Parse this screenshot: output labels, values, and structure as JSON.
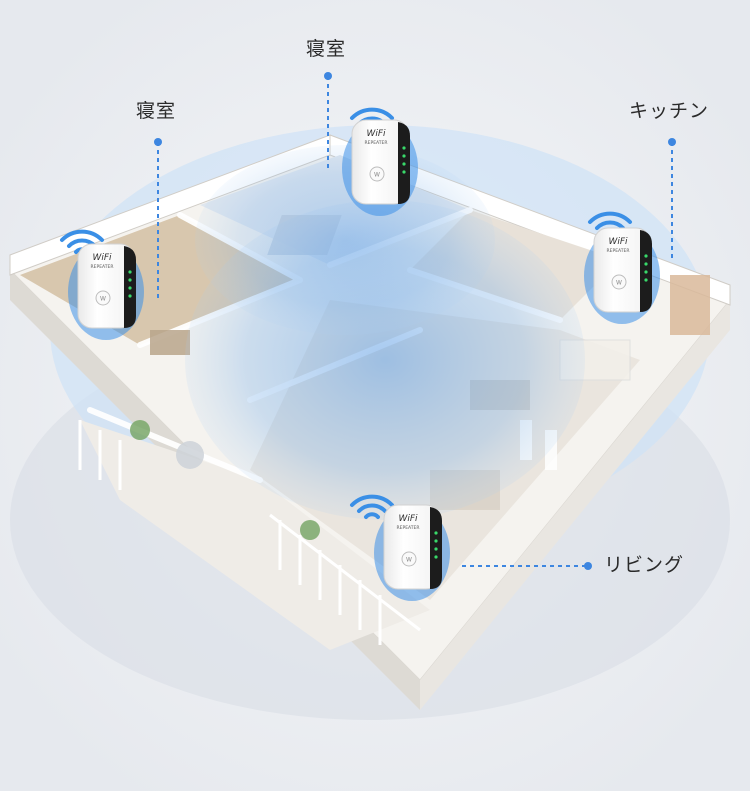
{
  "labels": {
    "bedroom_top": "寝室",
    "bedroom_left": "寝室",
    "kitchen": "キッチン",
    "living": "リビング"
  },
  "device": {
    "brand_text": "WiFi",
    "sub_text": "REPEATER"
  },
  "colors": {
    "background": "#eef0f3",
    "coverage": "#6fa8e6",
    "leader_line": "#3d86e0",
    "wifi_waves": "#3a8fe6",
    "device_body": "#ffffff",
    "device_side": "#1c1c1c"
  }
}
